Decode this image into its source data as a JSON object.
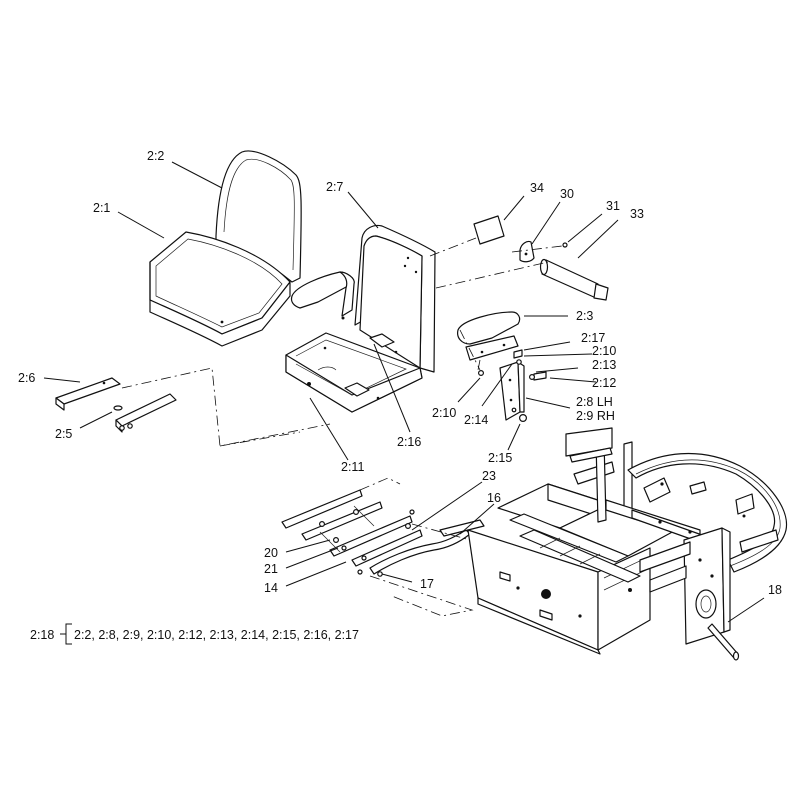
{
  "callouts": [
    {
      "id": "c-2-2",
      "text": "2:2"
    },
    {
      "id": "c-2-1",
      "text": "2:1"
    },
    {
      "id": "c-2-7",
      "text": "2:7"
    },
    {
      "id": "c-34",
      "text": "34"
    },
    {
      "id": "c-30",
      "text": "30"
    },
    {
      "id": "c-31",
      "text": "31"
    },
    {
      "id": "c-33",
      "text": "33"
    },
    {
      "id": "c-2-3",
      "text": "2:3"
    },
    {
      "id": "c-2-17",
      "text": "2:17"
    },
    {
      "id": "c-2-10a",
      "text": "2:10"
    },
    {
      "id": "c-2-13",
      "text": "2:13"
    },
    {
      "id": "c-2-12",
      "text": "2:12"
    },
    {
      "id": "c-2-8",
      "text": "2:8 LH"
    },
    {
      "id": "c-2-9",
      "text": "2:9 RH"
    },
    {
      "id": "c-2-10b",
      "text": "2:10"
    },
    {
      "id": "c-2-14",
      "text": "2:14"
    },
    {
      "id": "c-2-6",
      "text": "2:6"
    },
    {
      "id": "c-2-5",
      "text": "2:5"
    },
    {
      "id": "c-2-16",
      "text": "2:16"
    },
    {
      "id": "c-2-11",
      "text": "2:11"
    },
    {
      "id": "c-2-15",
      "text": "2:15"
    },
    {
      "id": "c-23",
      "text": "23"
    },
    {
      "id": "c-16",
      "text": "16"
    },
    {
      "id": "c-20",
      "text": "20"
    },
    {
      "id": "c-21",
      "text": "21"
    },
    {
      "id": "c-14",
      "text": "14"
    },
    {
      "id": "c-17",
      "text": "17"
    },
    {
      "id": "c-18",
      "text": "18"
    }
  ],
  "kit_note": {
    "kit": "2:18",
    "contents": "2:2, 2:8, 2:9, 2:10, 2:12, 2:13, 2:14, 2:15, 2:16, 2:17"
  }
}
